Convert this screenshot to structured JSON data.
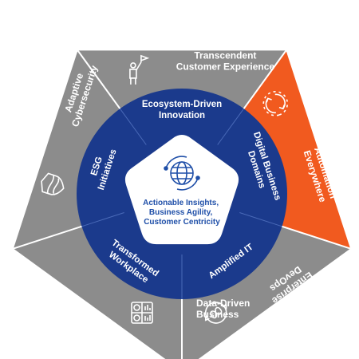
{
  "colors": {
    "outer_gray": "#8c8c8c",
    "highlight_orange": "#f15a1f",
    "ring_navy": "#1b3a8c",
    "center_white": "#ffffff",
    "center_text_blue": "#1f4fa8",
    "divider": "#ffffff"
  },
  "outer_segments": [
    {
      "label_lines": [
        "Transcendent",
        "Customer Experience"
      ],
      "icon": "person-flag-icon"
    },
    {
      "label_lines": [
        "Automation",
        "Everywhere"
      ],
      "icon": "refresh-cycle-icon"
    },
    {
      "label_lines": [
        "Enterprise",
        "DevOps"
      ],
      "icon": "devops-loop-icon"
    },
    {
      "label_lines": [
        "Data-Driven",
        "Business"
      ],
      "icon": "dashboard-icon"
    },
    {
      "label_lines": [
        "Adaptive",
        "Cybersecurity"
      ],
      "icon": "shield-icon"
    }
  ],
  "ring_items": [
    {
      "lines": [
        "Ecosystem-Driven",
        "Innovation"
      ]
    },
    {
      "lines": [
        "Digital Business",
        "Domains"
      ]
    },
    {
      "lines": [
        "Amplified IT"
      ]
    },
    {
      "lines": [
        "Transformed",
        "Workplace"
      ]
    },
    {
      "lines": [
        "ESG",
        "Initiatives"
      ]
    }
  ],
  "center": {
    "icon": "globe-network-icon",
    "lines": [
      "Actionable Insights,",
      "Business Agility,",
      "Customer Centricity"
    ]
  }
}
